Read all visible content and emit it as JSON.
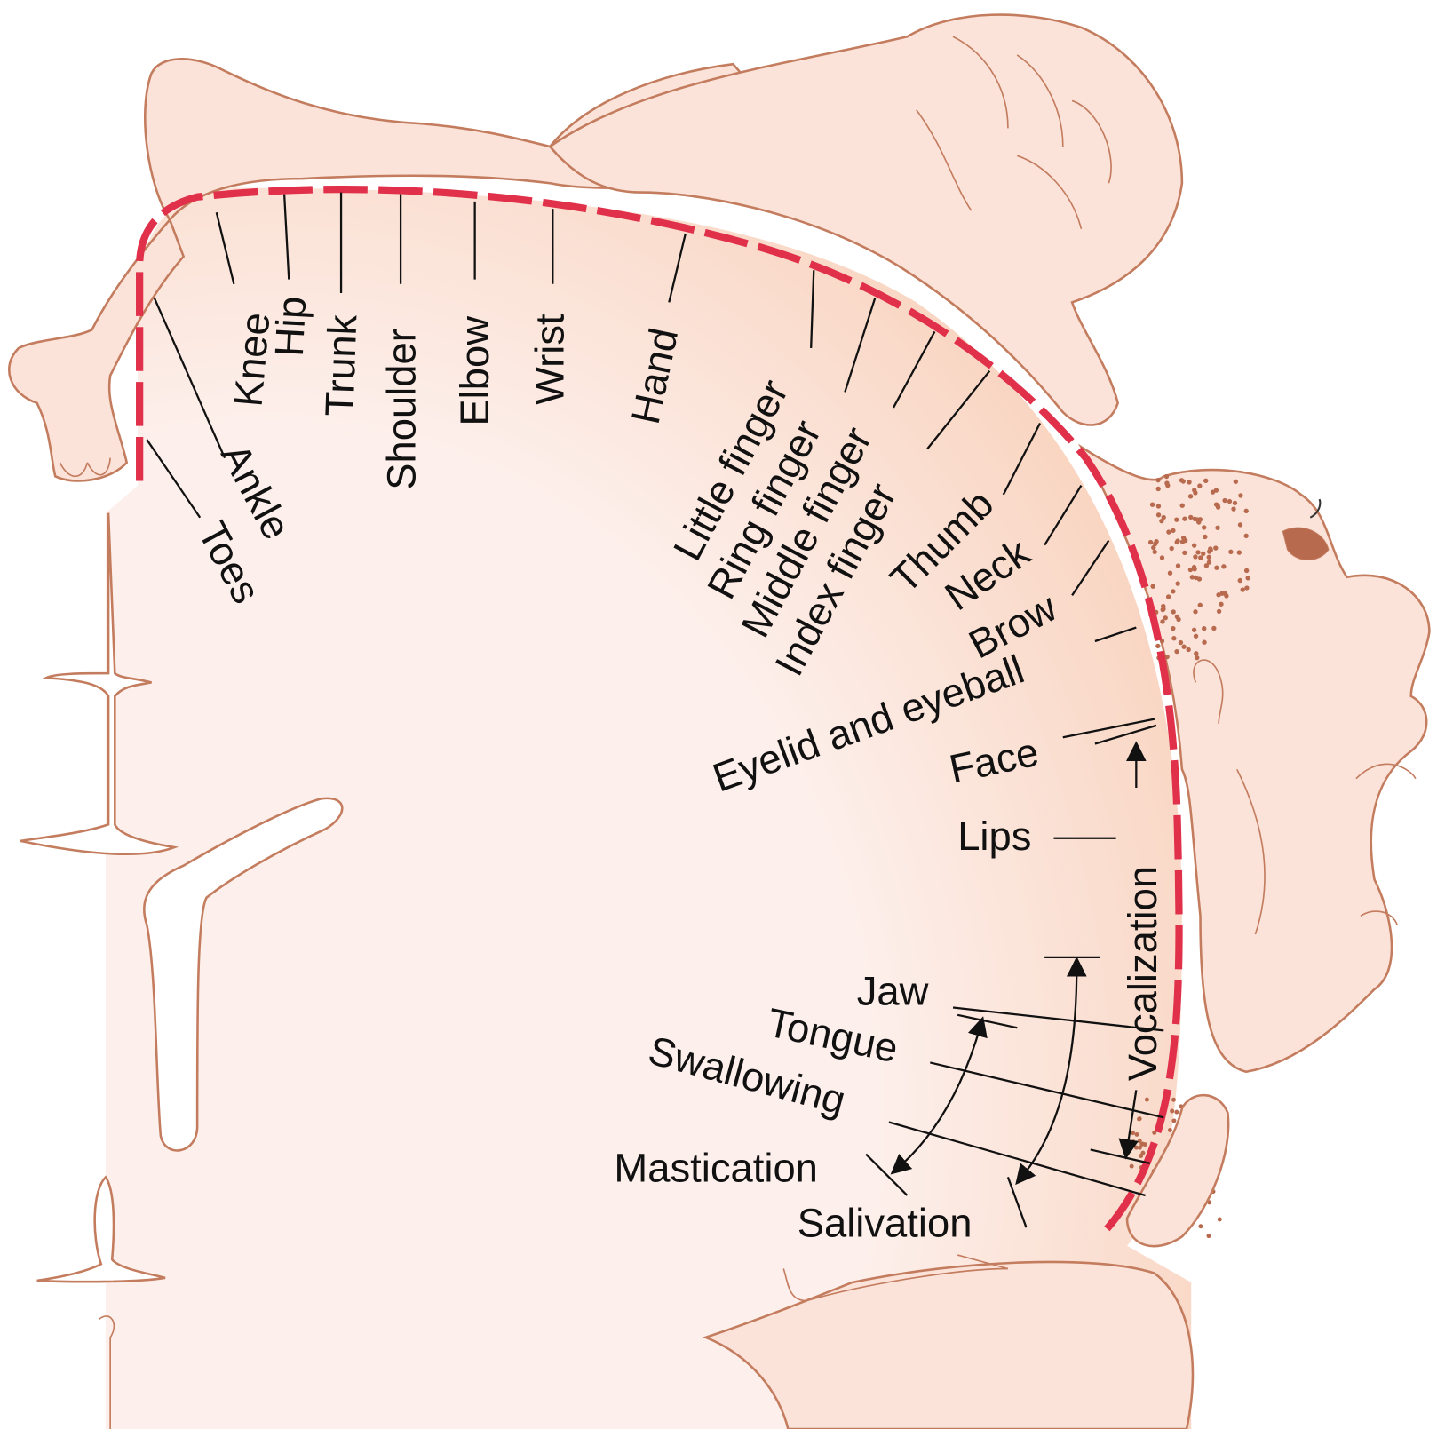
{
  "figure": {
    "colors": {
      "cortex_line": "#e0304a",
      "tissue": "#fbe3da",
      "outline": "#c47c5e",
      "label": "#111111"
    },
    "labels": {
      "toes": "Toes",
      "ankle": "Ankle",
      "knee": "Knee",
      "hip": "Hip",
      "trunk": "Trunk",
      "shoulder": "Shoulder",
      "elbow": "Elbow",
      "wrist": "Wrist",
      "hand": "Hand",
      "little_finger": "Little finger",
      "ring_finger": "Ring finger",
      "middle_finger": "Middle finger",
      "index_finger": "Index finger",
      "thumb": "Thumb",
      "neck": "Neck",
      "brow": "Brow",
      "eyelid_eyeball": "Eyelid and eyeball",
      "face": "Face",
      "lips": "Lips",
      "vocalization": "Vocalization",
      "jaw": "Jaw",
      "tongue": "Tongue",
      "swallowing": "Swallowing",
      "mastication": "Mastication",
      "salivation": "Salivation"
    }
  }
}
